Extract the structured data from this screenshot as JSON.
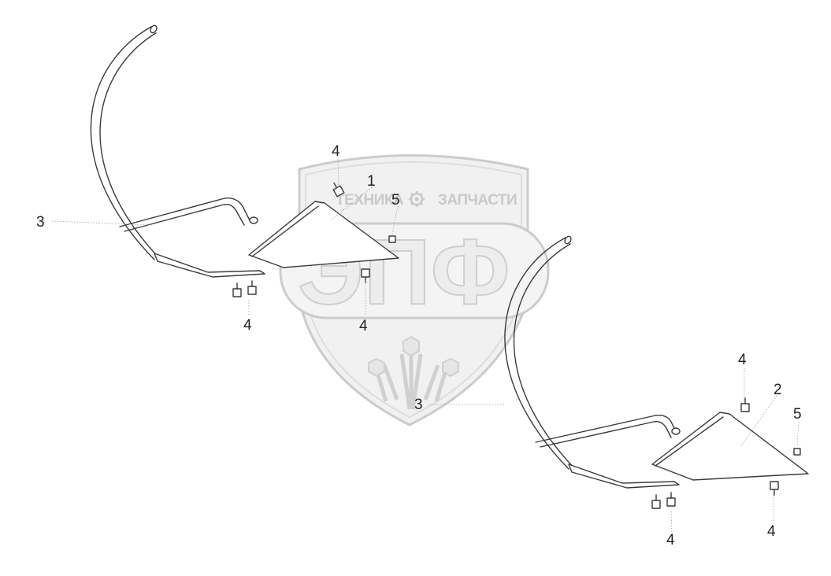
{
  "watermark": {
    "text_left": "ТЕХНИКА",
    "text_right": "ЗАПЧАСТИ",
    "logo": "ЭПФ",
    "gear_icon": "gear-icon",
    "wheat_icon": "wheat-icon",
    "colors": {
      "fill": "#eeeeee",
      "stroke": "#cccccc"
    }
  },
  "callouts": {
    "c1": "1",
    "c2": "2",
    "c3a": "3",
    "c3b": "3",
    "c4a": "4",
    "c4b": "4",
    "c4c": "4",
    "c4d": "4",
    "c4e": "4",
    "c4f": "4",
    "c5a": "5",
    "c5b": "5"
  }
}
